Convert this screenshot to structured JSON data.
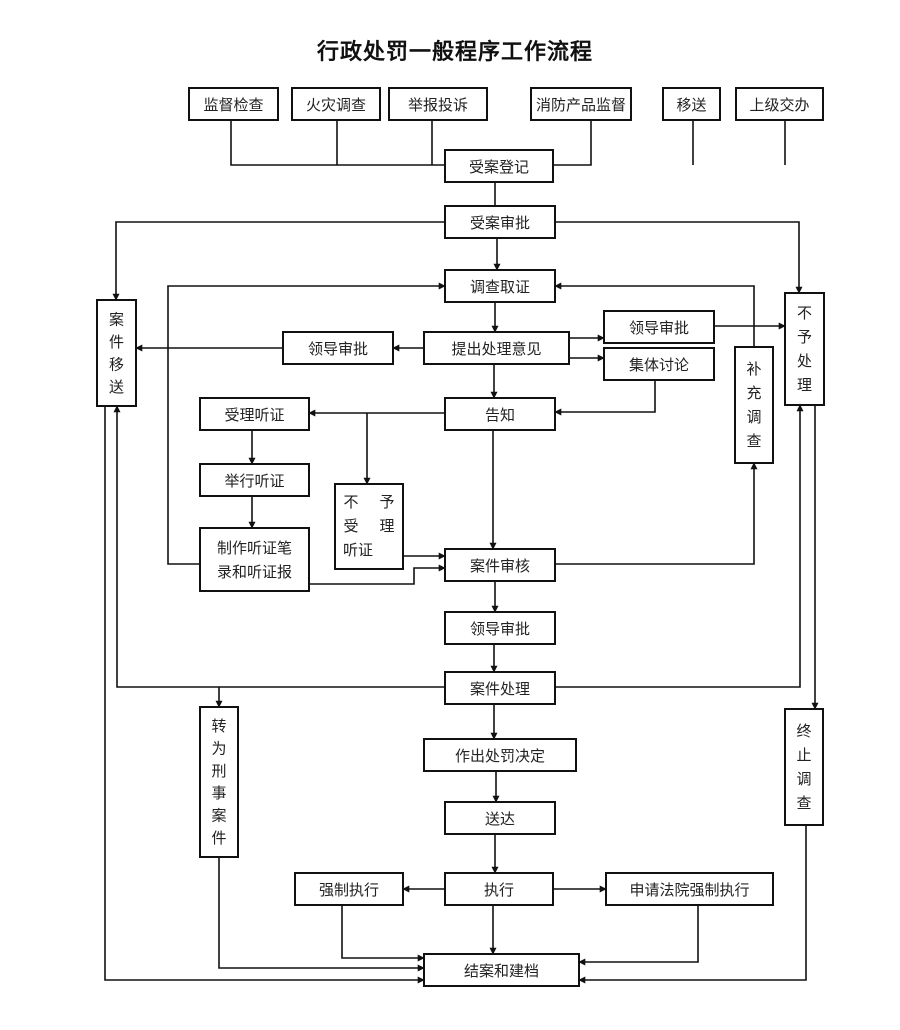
{
  "title": "行政处罚一般程序工作流程",
  "nodes": {
    "source_supervision": "监督检查",
    "source_fire": "火灾调查",
    "source_report": "举报投诉",
    "source_product": "消防产品监督",
    "source_transfer": "移送",
    "source_superior": "上级交办",
    "register": "受案登记",
    "approve_case": "受案审批",
    "investigate": "调查取证",
    "propose": "提出处理意见",
    "leader_approve_left": "领导审批",
    "leader_approve_right": "领导审批",
    "collective_discuss": "集体讨论",
    "notify": "告知",
    "case_transfer": "案件移送",
    "no_action": "不予处理",
    "supplement": "补充调查",
    "accept_hearing": "受理听证",
    "hold_hearing": "举行听证",
    "hearing_record": "制作听证笔录和听证报",
    "reject_hearing": "不　予受　理听证",
    "review": "案件审核",
    "leader_approve_mid": "领导审批",
    "handle": "案件处理",
    "criminal": "转为刑事案件",
    "terminate": "终止调查",
    "decision": "作出处罚决定",
    "deliver": "送达",
    "execute": "执行",
    "enforce": "强制执行",
    "court_enforce": "申请法院强制执行",
    "close_archive": "结案和建档"
  },
  "edges": [
    {
      "from": "source_supervision",
      "to": "register"
    },
    {
      "from": "source_fire",
      "to": "register"
    },
    {
      "from": "source_report",
      "to": "register"
    },
    {
      "from": "source_product",
      "to": "register"
    },
    {
      "from": "source_transfer",
      "to": "register"
    },
    {
      "from": "source_superior",
      "to": "register"
    },
    {
      "from": "register",
      "to": "approve_case"
    },
    {
      "from": "approve_case",
      "to": "investigate"
    },
    {
      "from": "approve_case",
      "to": "case_transfer"
    },
    {
      "from": "approve_case",
      "to": "no_action"
    },
    {
      "from": "investigate",
      "to": "propose"
    },
    {
      "from": "propose",
      "to": "leader_approve_left"
    },
    {
      "from": "leader_approve_left",
      "to": "case_transfer"
    },
    {
      "from": "propose",
      "to": "leader_approve_right"
    },
    {
      "from": "propose",
      "to": "collective_discuss"
    },
    {
      "from": "leader_approve_right",
      "to": "no_action"
    },
    {
      "from": "collective_discuss",
      "to": "notify"
    },
    {
      "from": "propose",
      "to": "notify"
    },
    {
      "from": "supplement",
      "to": "investigate"
    },
    {
      "from": "notify",
      "to": "accept_hearing"
    },
    {
      "from": "notify",
      "to": "reject_hearing"
    },
    {
      "from": "notify",
      "to": "review"
    },
    {
      "from": "accept_hearing",
      "to": "hold_hearing"
    },
    {
      "from": "hold_hearing",
      "to": "hearing_record"
    },
    {
      "from": "hearing_record",
      "to": "investigate"
    },
    {
      "from": "hearing_record",
      "to": "review"
    },
    {
      "from": "reject_hearing",
      "to": "review"
    },
    {
      "from": "review",
      "to": "supplement"
    },
    {
      "from": "review",
      "to": "leader_approve_mid"
    },
    {
      "from": "leader_approve_mid",
      "to": "handle"
    },
    {
      "from": "handle",
      "to": "case_transfer"
    },
    {
      "from": "handle",
      "to": "criminal"
    },
    {
      "from": "handle",
      "to": "no_action"
    },
    {
      "from": "handle",
      "to": "decision"
    },
    {
      "from": "no_action",
      "to": "terminate"
    },
    {
      "from": "decision",
      "to": "deliver"
    },
    {
      "from": "deliver",
      "to": "execute"
    },
    {
      "from": "execute",
      "to": "enforce"
    },
    {
      "from": "execute",
      "to": "court_enforce"
    },
    {
      "from": "execute",
      "to": "close_archive"
    },
    {
      "from": "enforce",
      "to": "close_archive"
    },
    {
      "from": "court_enforce",
      "to": "close_archive"
    },
    {
      "from": "criminal",
      "to": "close_archive"
    },
    {
      "from": "case_transfer",
      "to": "close_archive"
    },
    {
      "from": "terminate",
      "to": "close_archive"
    }
  ]
}
